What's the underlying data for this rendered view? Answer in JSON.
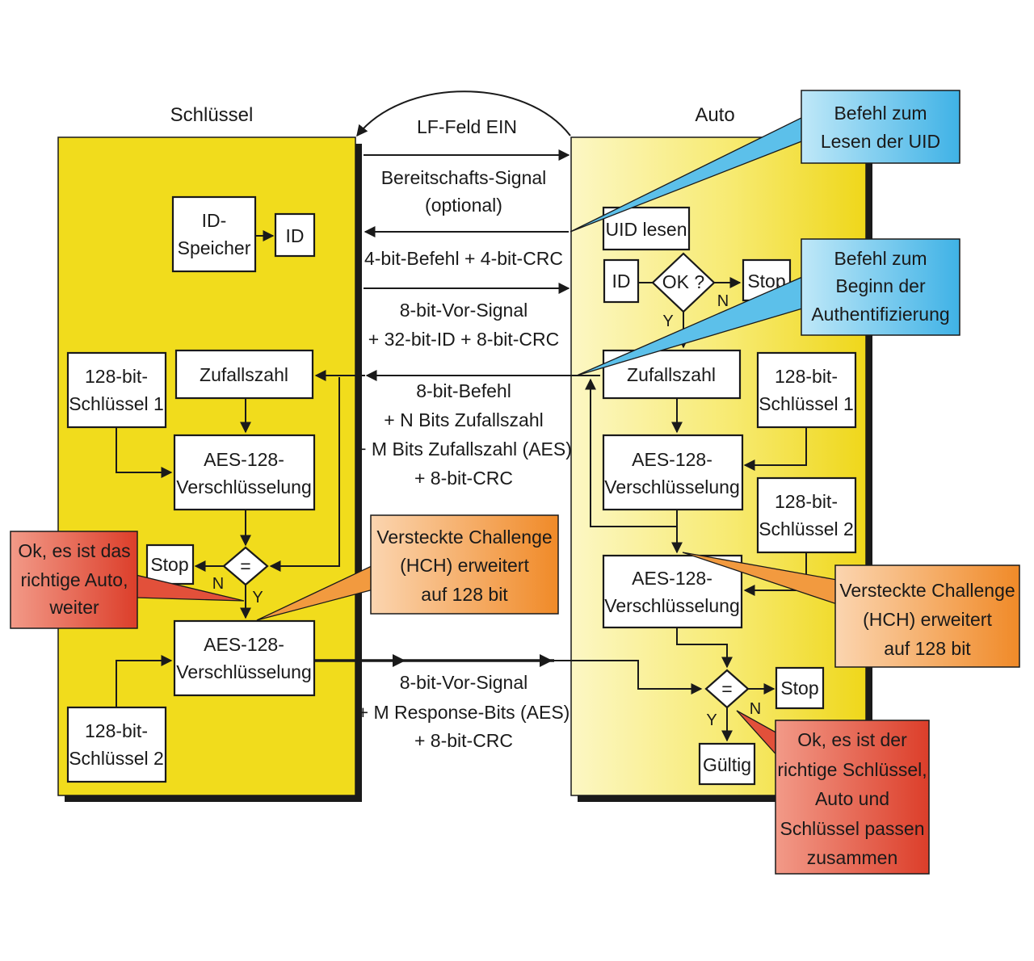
{
  "headers": {
    "left": "Schlüssel",
    "right": "Auto"
  },
  "lf_field": "LF-Feld EIN",
  "messages": {
    "m1": [
      "Bereitschafts-Signal",
      "(optional)"
    ],
    "m2": [
      "4-bit-Befehl + 4-bit-CRC"
    ],
    "m3": [
      "8-bit-Vor-Signal",
      "+ 32-bit-ID + 8-bit-CRC"
    ],
    "m4": [
      "8-bit-Befehl",
      "+ N Bits Zufallszahl",
      "+ M Bits Zufallszahl (AES)",
      "+ 8-bit-CRC"
    ],
    "m5": [
      "8-bit-Vor-Signal",
      "+ M Response-Bits (AES)",
      "+ 8-bit-CRC"
    ]
  },
  "key": {
    "id_memory": [
      "ID-",
      "Speicher"
    ],
    "id": "ID",
    "key1": [
      "128-bit-",
      "Schlüssel 1"
    ],
    "random": "Zufallszahl",
    "aes1": [
      "AES-128-",
      "Verschlüsselung"
    ],
    "compare": "=",
    "stop": "Stop",
    "aes2": [
      "AES-128-",
      "Verschlüsselung"
    ],
    "key2": [
      "128-bit-",
      "Schlüssel 2"
    ],
    "no": "N",
    "yes": "Y"
  },
  "car": {
    "read_uid": "UID lesen",
    "id": "ID",
    "ok": "OK ?",
    "stop1": "Stop",
    "random": "Zufallszahl",
    "key1": [
      "128-bit-",
      "Schlüssel 1"
    ],
    "aes1": [
      "AES-128-",
      "Verschlüsselung"
    ],
    "key2": [
      "128-bit-",
      "Schlüssel 2"
    ],
    "aes2": [
      "AES-128-",
      "Verschlüsselung"
    ],
    "compare": "=",
    "stop2": "Stop",
    "valid": "Gültig",
    "no1": "N",
    "yes1": "Y",
    "no2": "N",
    "yes2": "Y"
  },
  "callouts": {
    "cmd_read_uid": [
      "Befehl zum",
      "Lesen der UID"
    ],
    "cmd_auth": [
      "Befehl zum",
      "Beginn der",
      "Authentifizierung"
    ],
    "ok_car": [
      "Ok, es ist das",
      "richtige Auto,",
      "weiter"
    ],
    "hidden_challenge_left": [
      "Versteckte Challenge",
      "(HCH) erweitert",
      "auf 128 bit"
    ],
    "hidden_challenge_right": [
      "Versteckte Challenge",
      "(HCH) erweitert",
      "auf 128 bit"
    ],
    "ok_key": [
      "Ok, es ist der",
      "richtige Schlüssel,",
      "Auto und",
      "Schlüssel passen",
      "zusammen"
    ]
  },
  "colors": {
    "key_panel": "#f1dc1c",
    "car_panel_light": "#fcf7c4",
    "car_panel_dark": "#efd71a",
    "blue_callout": "#5cc0ea",
    "orange_callout": "#f29a3f",
    "red_callout": "#e2503a"
  }
}
